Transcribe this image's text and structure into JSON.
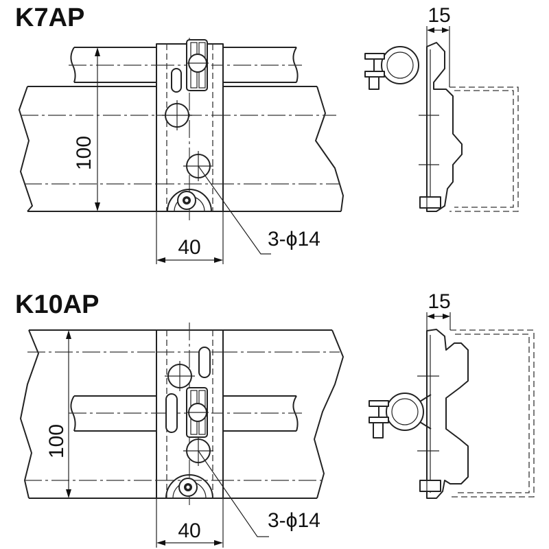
{
  "figures": [
    {
      "model": "K7AP",
      "height_dim": "100",
      "width_dim": "40",
      "hole_note": "3-ϕ14",
      "offset_dim": "15"
    },
    {
      "model": "K10AP",
      "height_dim": "100",
      "width_dim": "40",
      "hole_note": "3-ϕ14",
      "offset_dim": "15"
    }
  ]
}
